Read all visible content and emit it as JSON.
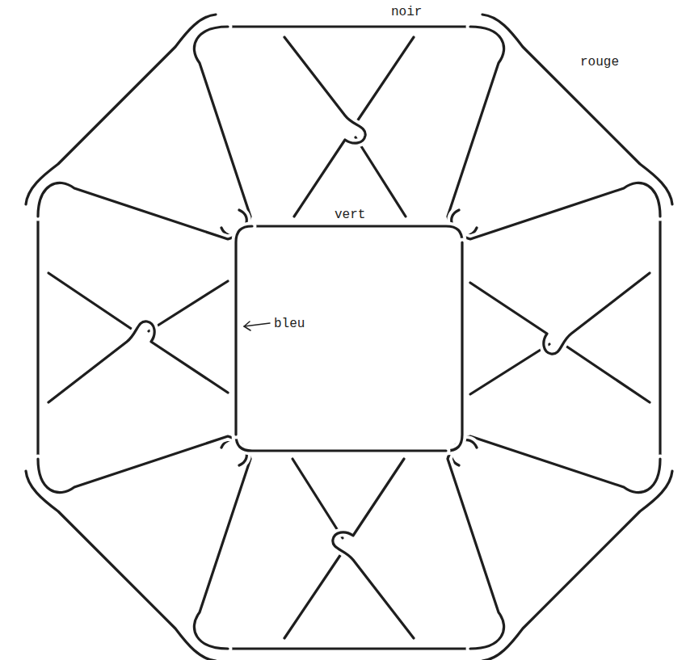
{
  "diagram": {
    "labels": [
      "noir",
      "rouge",
      "vert",
      "bleu"
    ]
  }
}
